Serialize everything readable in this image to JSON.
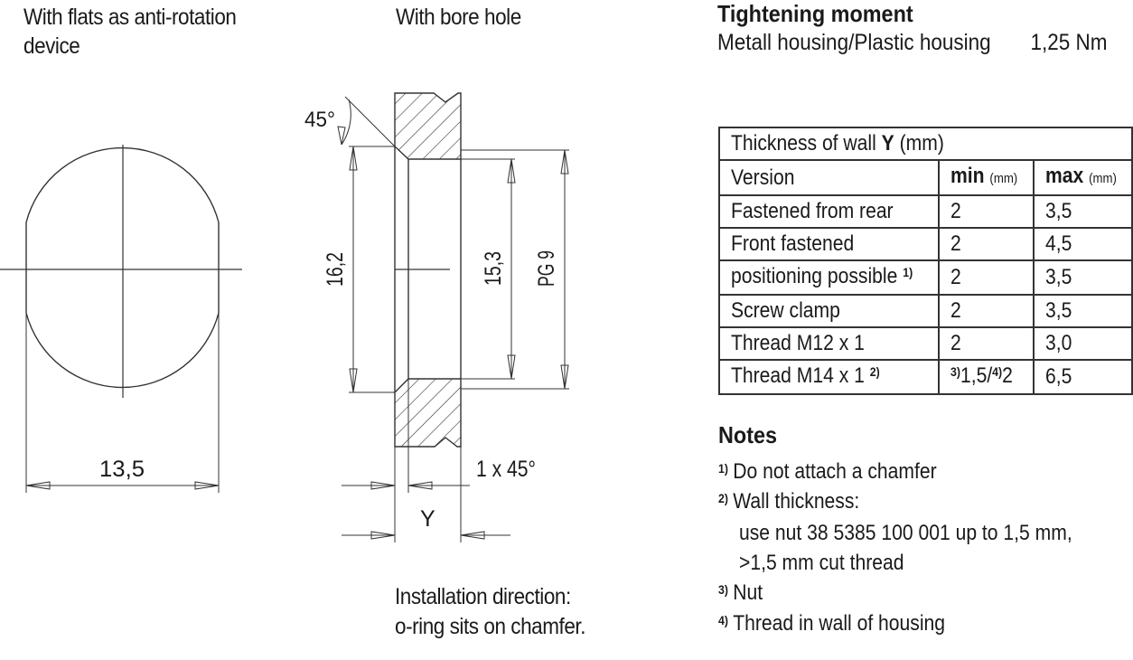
{
  "left_caption": {
    "line1": "With flats as anti-rotation",
    "line2": "device"
  },
  "middle_caption": "With bore hole",
  "drawing_labels": {
    "flat_width": "13,5",
    "angle": "45°",
    "outer_dia": "16,2",
    "inner_dia": "15,3",
    "thread": "PG 9",
    "chamfer": "1 x 45°",
    "wall": "Y"
  },
  "installation_caption": {
    "line1": "Installation direction:",
    "line2": "o-ring sits on chamfer."
  },
  "tightening": {
    "title": "Tightening moment",
    "label": "Metall housing/Plastic housing",
    "value": "1,25 Nm"
  },
  "wall_table": {
    "title_prefix": "Thickness of wall ",
    "title_bold": "Y",
    "title_suffix": " (mm)",
    "header": {
      "version": "Version",
      "min": "min",
      "max": "max",
      "unit": "(mm)"
    },
    "rows": [
      {
        "version": "Fastened from rear",
        "sup": "",
        "min": "2",
        "max": "3,5"
      },
      {
        "version": "Front fastened",
        "sup": "",
        "min": "2",
        "max": "4,5"
      },
      {
        "version": "positioning possible",
        "sup": "1)",
        "min": "2",
        "max": "3,5"
      },
      {
        "version": "Screw clamp",
        "sup": "",
        "min": "2",
        "max": "3,5"
      },
      {
        "version": "Thread M12 x 1",
        "sup": "",
        "min": "2",
        "max": "3,0"
      },
      {
        "version": "Thread M14 x 1",
        "sup": "2)",
        "min_sup1": "3)",
        "min_a": "1,5/",
        "min_sup2": "4)",
        "min_b": "2",
        "max": "6,5"
      }
    ]
  },
  "notes": {
    "title": "Notes",
    "items": [
      {
        "num": "1)",
        "text": "Do not attach a chamfer"
      },
      {
        "num": "2)",
        "text": "Wall thickness:"
      },
      {
        "num": "",
        "text": "use nut 38 5385 100 001 up to 1,5 mm,"
      },
      {
        "num": "",
        "text": ">1,5 mm cut thread"
      },
      {
        "num": "3)",
        "text": "Nut"
      },
      {
        "num": "4)",
        "text": "Thread in wall of housing"
      }
    ]
  }
}
